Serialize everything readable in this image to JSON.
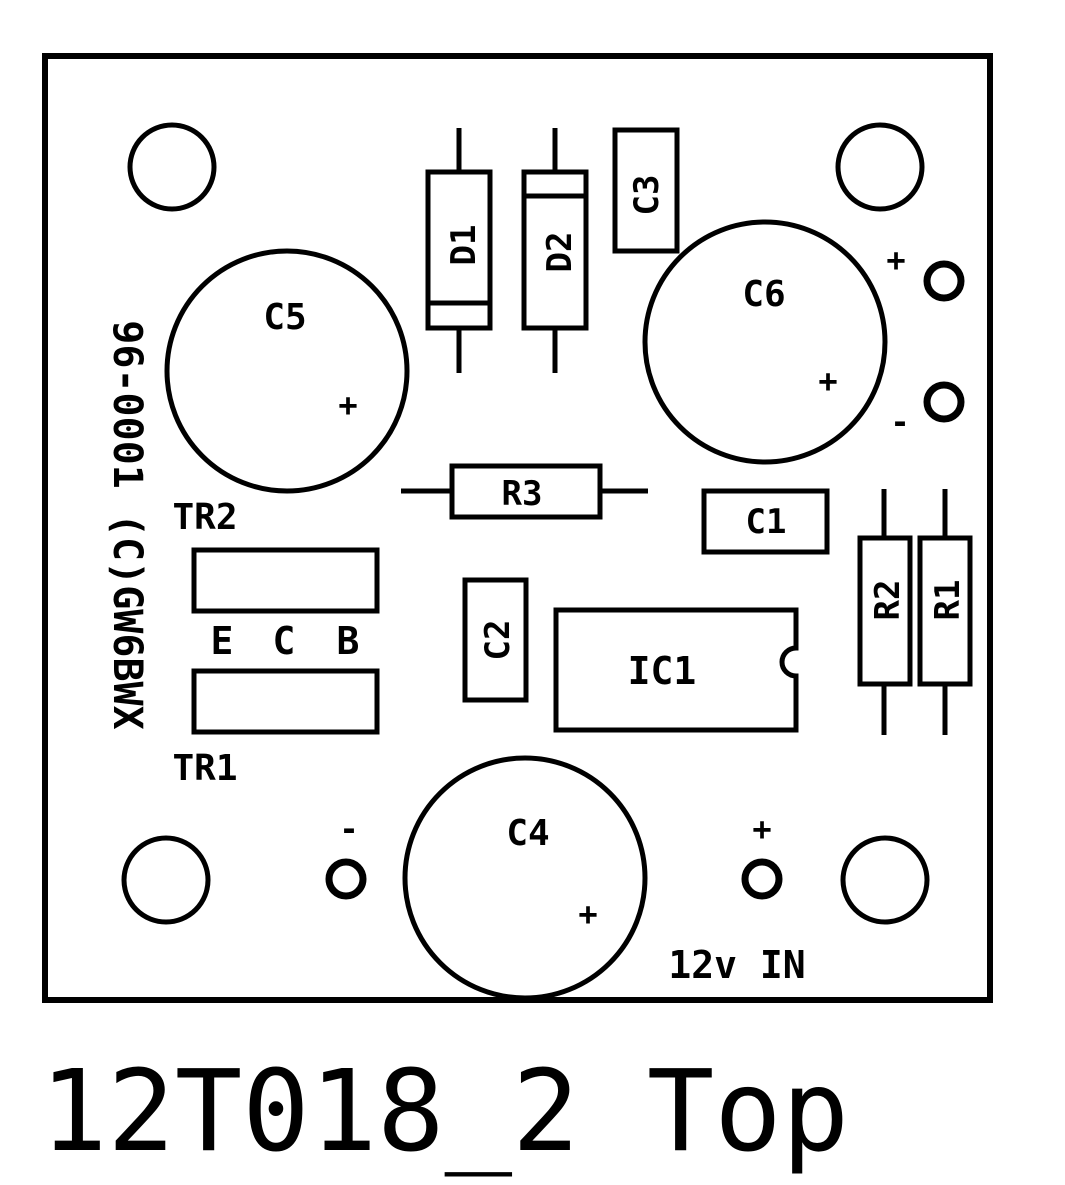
{
  "board": {
    "title": "12T018_2 Top",
    "credit": "96-0001 (C)GW6BWX",
    "power_label": "12v IN"
  },
  "components": {
    "c1": "C1",
    "c2": "C2",
    "c3": "C3",
    "c4": "C4",
    "c5": "C5",
    "c6": "C6",
    "d1": "D1",
    "d2": "D2",
    "r1": "R1",
    "r2": "R2",
    "r3": "R3",
    "ic1": "IC1",
    "tr1": "TR1",
    "tr2": "TR2"
  },
  "transistor_pins": {
    "e": "E",
    "c": "C",
    "b": "B"
  },
  "polarity": {
    "plus": "+",
    "minus": "-"
  }
}
